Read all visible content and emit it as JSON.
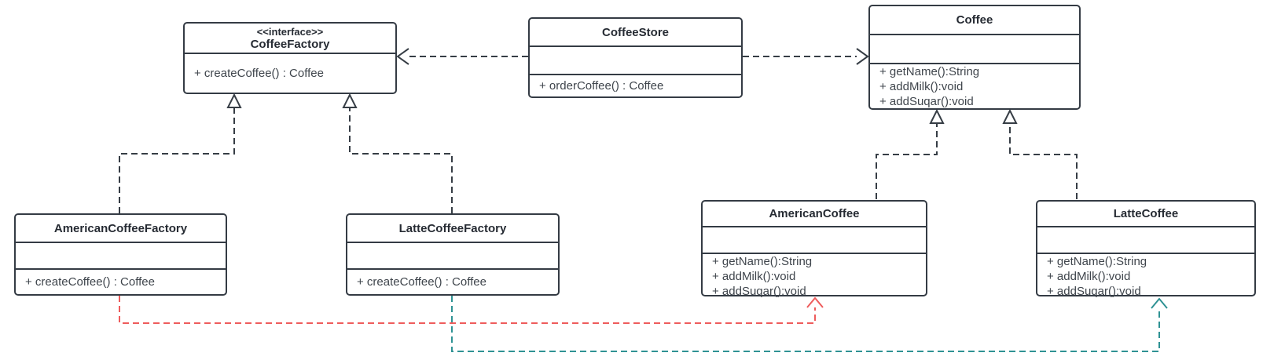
{
  "colors": {
    "box_border": "#343b44",
    "line": "#363d45",
    "dependency_red": "#ee5c5c",
    "dependency_teal": "#2f9294",
    "background": "#ffffff"
  },
  "classes": {
    "coffee_factory": {
      "stereotype": "<<interface>>",
      "name": "CoffeeFactory",
      "methods": [
        "+ createCoffee() : Coffee"
      ]
    },
    "coffee_store": {
      "name": "CoffeeStore",
      "methods": [
        "+ orderCoffee() : Coffee"
      ]
    },
    "coffee": {
      "name": "Coffee",
      "methods": [
        "+ getName():String",
        "+ addMilk():void",
        "+ addSuqar():void"
      ]
    },
    "american_coffee_factory": {
      "name": "AmericanCoffeeFactory",
      "methods": [
        "+ createCoffee() : Coffee"
      ]
    },
    "latte_coffee_factory": {
      "name": "LatteCoffeeFactory",
      "methods": [
        "+ createCoffee() : Coffee"
      ]
    },
    "american_coffee": {
      "name": "AmericanCoffee",
      "methods": [
        "+ getName():String",
        "+ addMilk():void",
        "+ addSuqar():void"
      ]
    },
    "latte_coffee": {
      "name": "LatteCoffee",
      "methods": [
        "+ getName():String",
        "+ addMilk():void",
        "+ addSuqar():void"
      ]
    }
  },
  "relationships": [
    {
      "from": "CoffeeStore",
      "to": "CoffeeFactory",
      "type": "dependency",
      "style": "dashed-open-arrow"
    },
    {
      "from": "CoffeeStore",
      "to": "Coffee",
      "type": "dependency",
      "style": "dashed-open-arrow"
    },
    {
      "from": "AmericanCoffeeFactory",
      "to": "CoffeeFactory",
      "type": "realization",
      "style": "dashed-hollow-triangle"
    },
    {
      "from": "LatteCoffeeFactory",
      "to": "CoffeeFactory",
      "type": "realization",
      "style": "dashed-hollow-triangle"
    },
    {
      "from": "AmericanCoffee",
      "to": "Coffee",
      "type": "realization",
      "style": "dashed-hollow-triangle"
    },
    {
      "from": "LatteCoffee",
      "to": "Coffee",
      "type": "realization",
      "style": "dashed-hollow-triangle"
    },
    {
      "from": "AmericanCoffeeFactory",
      "to": "AmericanCoffee",
      "type": "dependency",
      "style": "dashed-open-arrow",
      "color": "#ee5c5c"
    },
    {
      "from": "LatteCoffeeFactory",
      "to": "LatteCoffee",
      "type": "dependency",
      "style": "dashed-open-arrow",
      "color": "#2f9294"
    }
  ]
}
